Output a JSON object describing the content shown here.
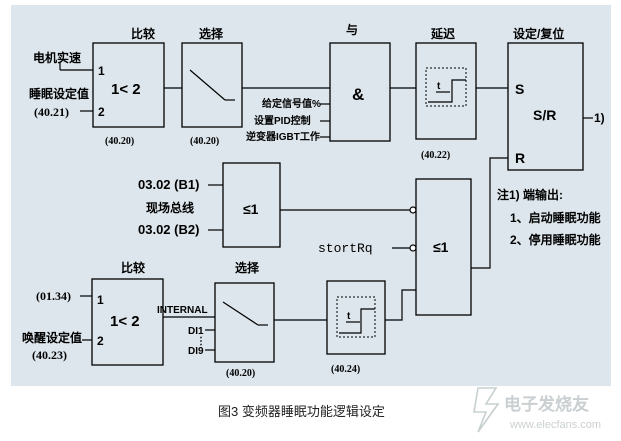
{
  "diagram": {
    "top": {
      "compare_title": "比较",
      "input1_label": "电机实速",
      "input2_label": "睡眠设定值",
      "input2_param": "(40.21)",
      "port1": "1",
      "port2": "2",
      "compare_expr": "1< 2",
      "compare_param": "(40.20)",
      "select_title": "选择",
      "select_param": "(40.20)",
      "and_title": "与",
      "and_symbol": "&",
      "and_in1": "给定信号值%",
      "and_in2": "设置PID控制",
      "and_in3": "逆变器IGBT工作",
      "delay_title": "延迟",
      "delay_t": "t",
      "delay_param": "(40.22)",
      "sr_title": "设定/复位",
      "sr_s": "S",
      "sr_center": "S/R",
      "sr_r": "R",
      "sr_output": "1)"
    },
    "middle": {
      "or_in1": "03.02 (B1)",
      "fieldbus_label": "现场总线",
      "or_in2": "03.02 (B2)",
      "or1_symbol": "≤1",
      "startrq_label": "stortRq",
      "or2_symbol": "≤1",
      "note_title": "注1) 端输出:",
      "note_item1": "1、启动睡眠功能",
      "note_item2": "2、停用睡眠功能"
    },
    "bottom": {
      "compare_title": "比较",
      "input1_param": "(01.34)",
      "input2_label": "唤醒设定值",
      "input2_param": "(40.23)",
      "port1": "1",
      "port2": "2",
      "compare_expr": "1< 2",
      "select_title": "选择",
      "internal_label": "INTERNAL",
      "di11_label": "DI1",
      "di19_label": "DI9",
      "dots": "⋮",
      "select_param": "(40.20)",
      "delay_t": "t",
      "delay_param": "(40.24)"
    }
  },
  "caption": "图3   变频器睡眠功能逻辑设定",
  "watermark": "电子发烧友",
  "watermark_url": "www.elecfans.com",
  "colors": {
    "background": "#ffffff",
    "panel": "#dde6ec",
    "ink": "#000000"
  }
}
